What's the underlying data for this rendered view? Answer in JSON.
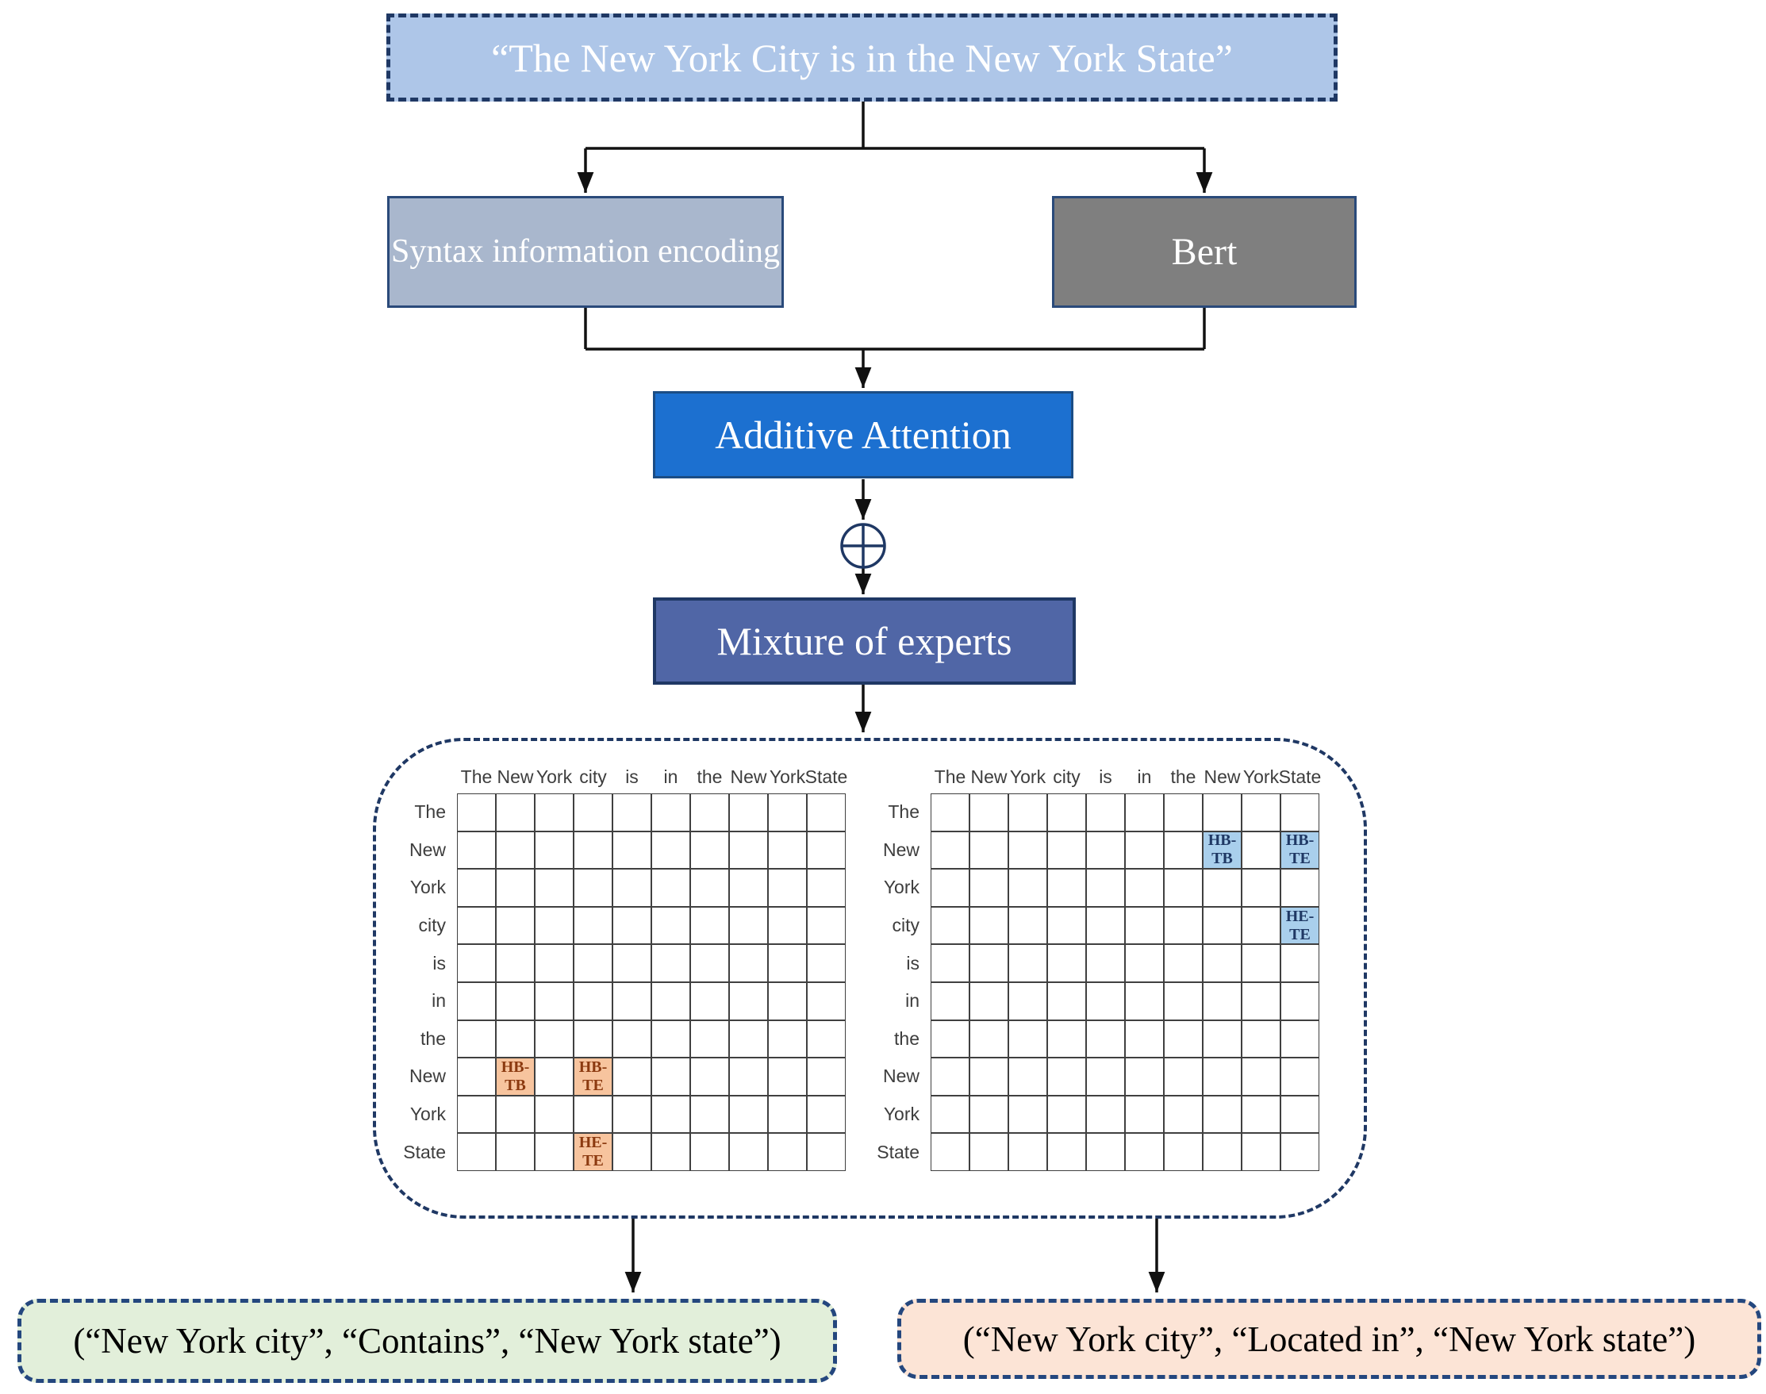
{
  "diagram": {
    "input_sentence": "“The New York City is in the New York State”",
    "blocks": {
      "syntax_encoding": "Syntax information encoding",
      "bert": "Bert",
      "additive_attention": "Additive Attention",
      "plus_symbol": "⊕",
      "mixture_of_experts": "Mixture of experts"
    },
    "outputs": {
      "contains_triple": "(“New York city”, “Contains”, “New York state”)",
      "located_in_triple": "(“New York city”, “Located in”, “New York state”)"
    },
    "colors": {
      "input_box_bg": "#AEC6E8",
      "syntax_box_bg": "#A9B7CD",
      "bert_box_bg": "#7F7F7F",
      "additive_box_bg": "#1C70D0",
      "moe_box_bg": "#5066A6",
      "dashed_border": "#1F3864",
      "grid_line": "#404040",
      "orange_highlight_bg": "#F7C49E",
      "orange_highlight_text": "#8C3A10",
      "blue_highlight_bg": "#A9CFEC",
      "blue_highlight_text": "#1F3864",
      "contains_output_bg": "#E2EFDA",
      "located_in_output_bg": "#FCE4D6"
    },
    "grids": [
      {
        "id": "contains-attention-matrix",
        "tokens": [
          "The",
          "New",
          "York",
          "city",
          "is",
          "in",
          "the",
          "New",
          "York",
          "State"
        ],
        "highlight_color": "#F7C49E",
        "highlight_text_color": "#8C3A10",
        "highlights": [
          {
            "row": 7,
            "col": 1,
            "label": "HB-TB"
          },
          {
            "row": 7,
            "col": 3,
            "label": "HB-TE"
          },
          {
            "row": 9,
            "col": 3,
            "label": "HE-TE"
          }
        ]
      },
      {
        "id": "located-in-attention-matrix",
        "tokens": [
          "The",
          "New",
          "York",
          "city",
          "is",
          "in",
          "the",
          "New",
          "York",
          "State"
        ],
        "highlight_color": "#A9CFEC",
        "highlight_text_color": "#1F3864",
        "highlights": [
          {
            "row": 1,
            "col": 7,
            "label": "HB-TB"
          },
          {
            "row": 1,
            "col": 9,
            "label": "HB-TE"
          },
          {
            "row": 3,
            "col": 9,
            "label": "HE-TE"
          }
        ]
      }
    ]
  }
}
